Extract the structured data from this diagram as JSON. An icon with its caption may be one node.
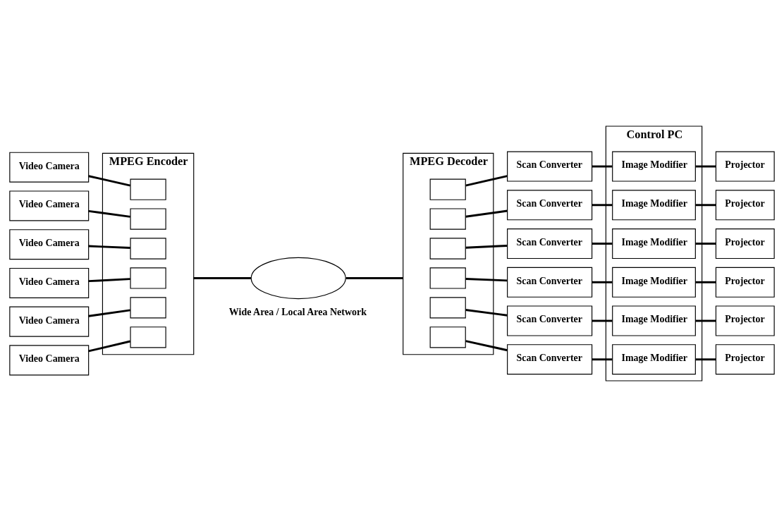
{
  "diagram": {
    "nodes": [
      {
        "text": [
          "Video Camera"
        ]
      },
      {
        "text": [
          "Video Camera"
        ]
      },
      {
        "text": [
          "Video Camera"
        ]
      },
      {
        "text": [
          "Video Camera"
        ]
      },
      {
        "text": [
          "Video Camera"
        ]
      },
      {
        "text": [
          "Video Camera"
        ]
      },
      {
        "text": [
          "MPEG Encoder"
        ]
      },
      {
        "text": [],
        "shape": "box",
        "in": 6
      },
      {
        "text": [],
        "shape": "box",
        "in": 6
      },
      {
        "text": [],
        "shape": "box",
        "in": 6
      },
      {
        "text": [],
        "shape": "box",
        "in": 6
      },
      {
        "text": [],
        "shape": "box",
        "in": 6
      },
      {
        "text": [],
        "shape": "box",
        "in": 6
      },
      {
        "text": [],
        "shape": "ellipse",
        "beside": [
          "Wide Area / Local Area Network"
        ]
      },
      {
        "text": [
          "MPEG Decoder"
        ]
      },
      {
        "text": [],
        "shape": "box",
        "in": 14
      },
      {
        "text": [],
        "shape": "box",
        "in": 14
      },
      {
        "text": [],
        "shape": "box",
        "in": 14
      },
      {
        "text": [],
        "shape": "box",
        "in": 14
      },
      {
        "text": [],
        "shape": "box",
        "in": 14
      },
      {
        "text": [],
        "shape": "box",
        "in": 14
      },
      {
        "text": [
          "Scan Converter"
        ]
      },
      {
        "text": [
          "Scan Converter"
        ]
      },
      {
        "text": [
          "Scan Converter"
        ]
      },
      {
        "text": [
          "Scan Converter"
        ]
      },
      {
        "text": [
          "Scan Converter"
        ]
      },
      {
        "text": [
          "Scan Converter"
        ]
      },
      {
        "text": [
          "Control PC"
        ]
      },
      {
        "text": [
          "Image Modifier"
        ],
        "in": 27
      },
      {
        "text": [
          "Image Modifier"
        ],
        "in": 27
      },
      {
        "text": [
          "Image Modifier"
        ],
        "in": 27
      },
      {
        "text": [
          "Image Modifier"
        ],
        "in": 27
      },
      {
        "text": [
          "Image Modifier"
        ],
        "in": 27
      },
      {
        "text": [
          "Image Modifier"
        ],
        "in": 27
      },
      {
        "text": [
          "Projector"
        ]
      },
      {
        "text": [
          "Projector"
        ]
      },
      {
        "text": [
          "Projector"
        ]
      },
      {
        "text": [
          "Projector"
        ]
      },
      {
        "text": [
          "Projector"
        ]
      },
      {
        "text": [
          "Projector"
        ]
      }
    ],
    "edges": [
      {
        "from": 0,
        "to": 7,
        "arrow": "none"
      },
      {
        "from": 1,
        "to": 8,
        "arrow": "none"
      },
      {
        "from": 2,
        "to": 9,
        "arrow": "none"
      },
      {
        "from": 3,
        "to": 10,
        "arrow": "none"
      },
      {
        "from": 4,
        "to": 11,
        "arrow": "none"
      },
      {
        "from": 5,
        "to": 12,
        "arrow": "none"
      },
      {
        "from": 6,
        "to": 13,
        "arrow": "none"
      },
      {
        "from": 13,
        "to": 14,
        "arrow": "none"
      },
      {
        "from": 15,
        "to": 21,
        "arrow": "none"
      },
      {
        "from": 16,
        "to": 22,
        "arrow": "none"
      },
      {
        "from": 17,
        "to": 23,
        "arrow": "none"
      },
      {
        "from": 18,
        "to": 24,
        "arrow": "none"
      },
      {
        "from": 19,
        "to": 25,
        "arrow": "none"
      },
      {
        "from": 20,
        "to": 26,
        "arrow": "none"
      },
      {
        "from": 21,
        "to": 28,
        "arrow": "none"
      },
      {
        "from": 22,
        "to": 29,
        "arrow": "none"
      },
      {
        "from": 23,
        "to": 30,
        "arrow": "none"
      },
      {
        "from": 24,
        "to": 31,
        "arrow": "none"
      },
      {
        "from": 25,
        "to": 32,
        "arrow": "none"
      },
      {
        "from": 26,
        "to": 33,
        "arrow": "none"
      },
      {
        "from": 28,
        "to": 34,
        "arrow": "none"
      },
      {
        "from": 29,
        "to": 35,
        "arrow": "none"
      },
      {
        "from": 30,
        "to": 36,
        "arrow": "none"
      },
      {
        "from": 31,
        "to": 37,
        "arrow": "none"
      },
      {
        "from": 32,
        "to": 38,
        "arrow": "none"
      },
      {
        "from": 33,
        "to": 39,
        "arrow": "none"
      }
    ]
  }
}
